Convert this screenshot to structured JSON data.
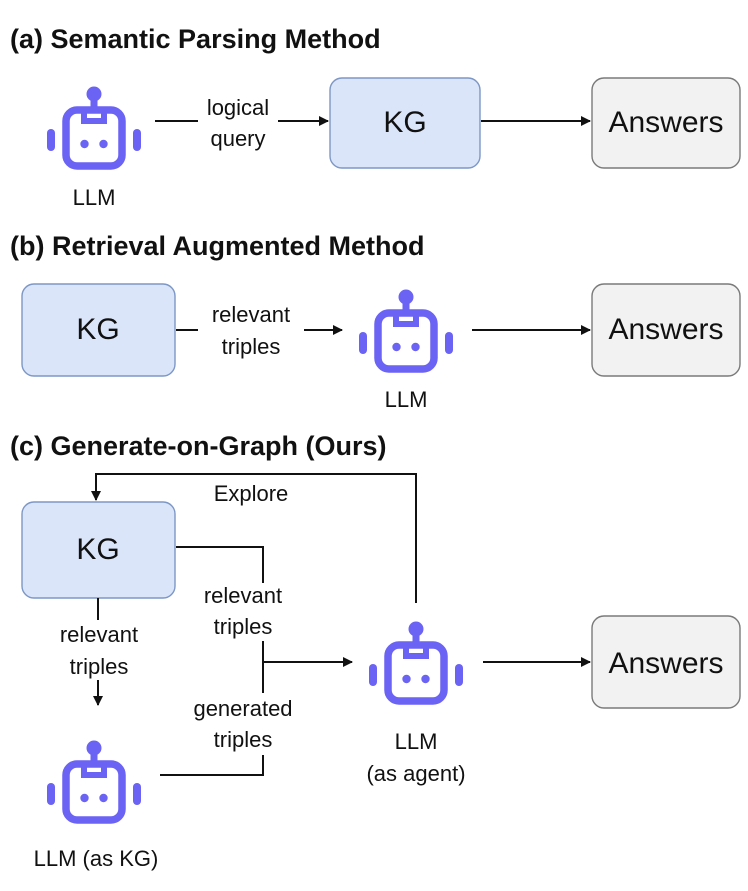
{
  "colors": {
    "robot": "#6a63f4",
    "kg_fill": "#dae5f9",
    "answers_fill": "#f2f2f3"
  },
  "icons": {
    "llm": "robot-icon"
  },
  "panel_a": {
    "title": "(a) Semantic Parsing Method",
    "llm_label": "LLM",
    "edge_label_1": "logical",
    "edge_label_2": "query",
    "kg_label": "KG",
    "answers_label": "Answers"
  },
  "panel_b": {
    "title": "(b) Retrieval Augmented Method",
    "kg_label": "KG",
    "edge_label_1": "relevant",
    "edge_label_2": "triples",
    "llm_label": "LLM",
    "answers_label": "Answers"
  },
  "panel_c": {
    "title": "(c) Generate-on-Graph (Ours)",
    "explore_label": "Explore",
    "kg_label": "KG",
    "relevant_right_1": "relevant",
    "relevant_right_2": "triples",
    "relevant_down_1": "relevant",
    "relevant_down_2": "triples",
    "generated_1": "generated",
    "generated_2": "triples",
    "agent_label_1": "LLM",
    "agent_label_2": "(as agent)",
    "llm_kg_label": "LLM (as KG)",
    "answers_label": "Answers"
  }
}
